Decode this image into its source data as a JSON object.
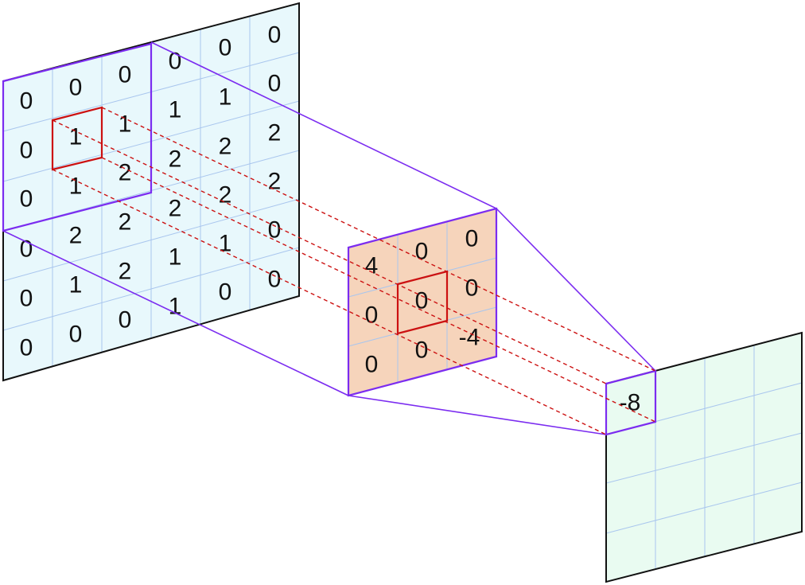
{
  "input_grid": {
    "values": [
      [
        "0",
        "0",
        "0",
        "0",
        "0",
        "0"
      ],
      [
        "0",
        "1",
        "1",
        "1",
        "1",
        "0"
      ],
      [
        "0",
        "1",
        "2",
        "2",
        "2",
        "2"
      ],
      [
        "0",
        "2",
        "2",
        "2",
        "2",
        "2"
      ],
      [
        "0",
        "1",
        "2",
        "1",
        "1",
        "0"
      ],
      [
        "0",
        "0",
        "0",
        "1",
        "0",
        "0"
      ]
    ]
  },
  "kernel_grid": {
    "values": [
      [
        "4",
        "0",
        "0"
      ],
      [
        "0",
        "0",
        "0"
      ],
      [
        "0",
        "0",
        "-4"
      ]
    ]
  },
  "output_grid": {
    "first_value": "-8"
  },
  "colors": {
    "input_fill": "#e8f8fc",
    "kernel_fill": "#f6d4bb",
    "output_fill": "#e9fbf1",
    "grid_line": "#a9c6ee",
    "window_border": "#7b2cf0",
    "highlight_border": "#cc1111",
    "frame_border": "#111111"
  }
}
